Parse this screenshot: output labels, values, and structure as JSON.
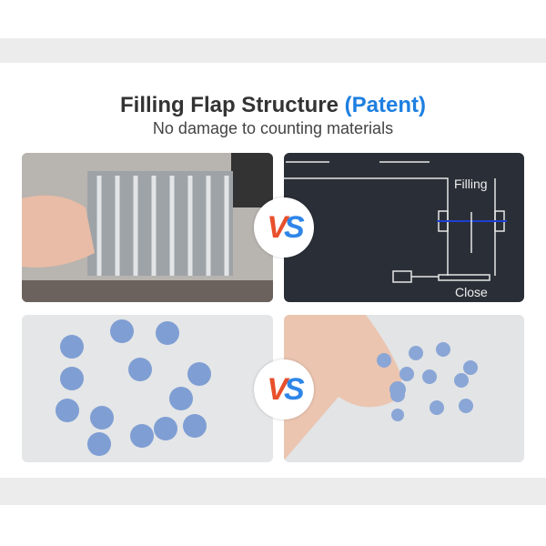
{
  "header": {
    "title": "Filling Flap Structure",
    "title_highlight": "(Patent)",
    "subtitle": "No damage to counting materials"
  },
  "vs": {
    "v": "V",
    "s": "S"
  },
  "diagram": {
    "label_top": "Filling",
    "label_bottom": "Close"
  },
  "colors": {
    "accent": "#1e7fe0",
    "vs_red": "#e8502c",
    "vs_blue": "#2f86e8",
    "diagram_bg": "#2a2f37"
  }
}
